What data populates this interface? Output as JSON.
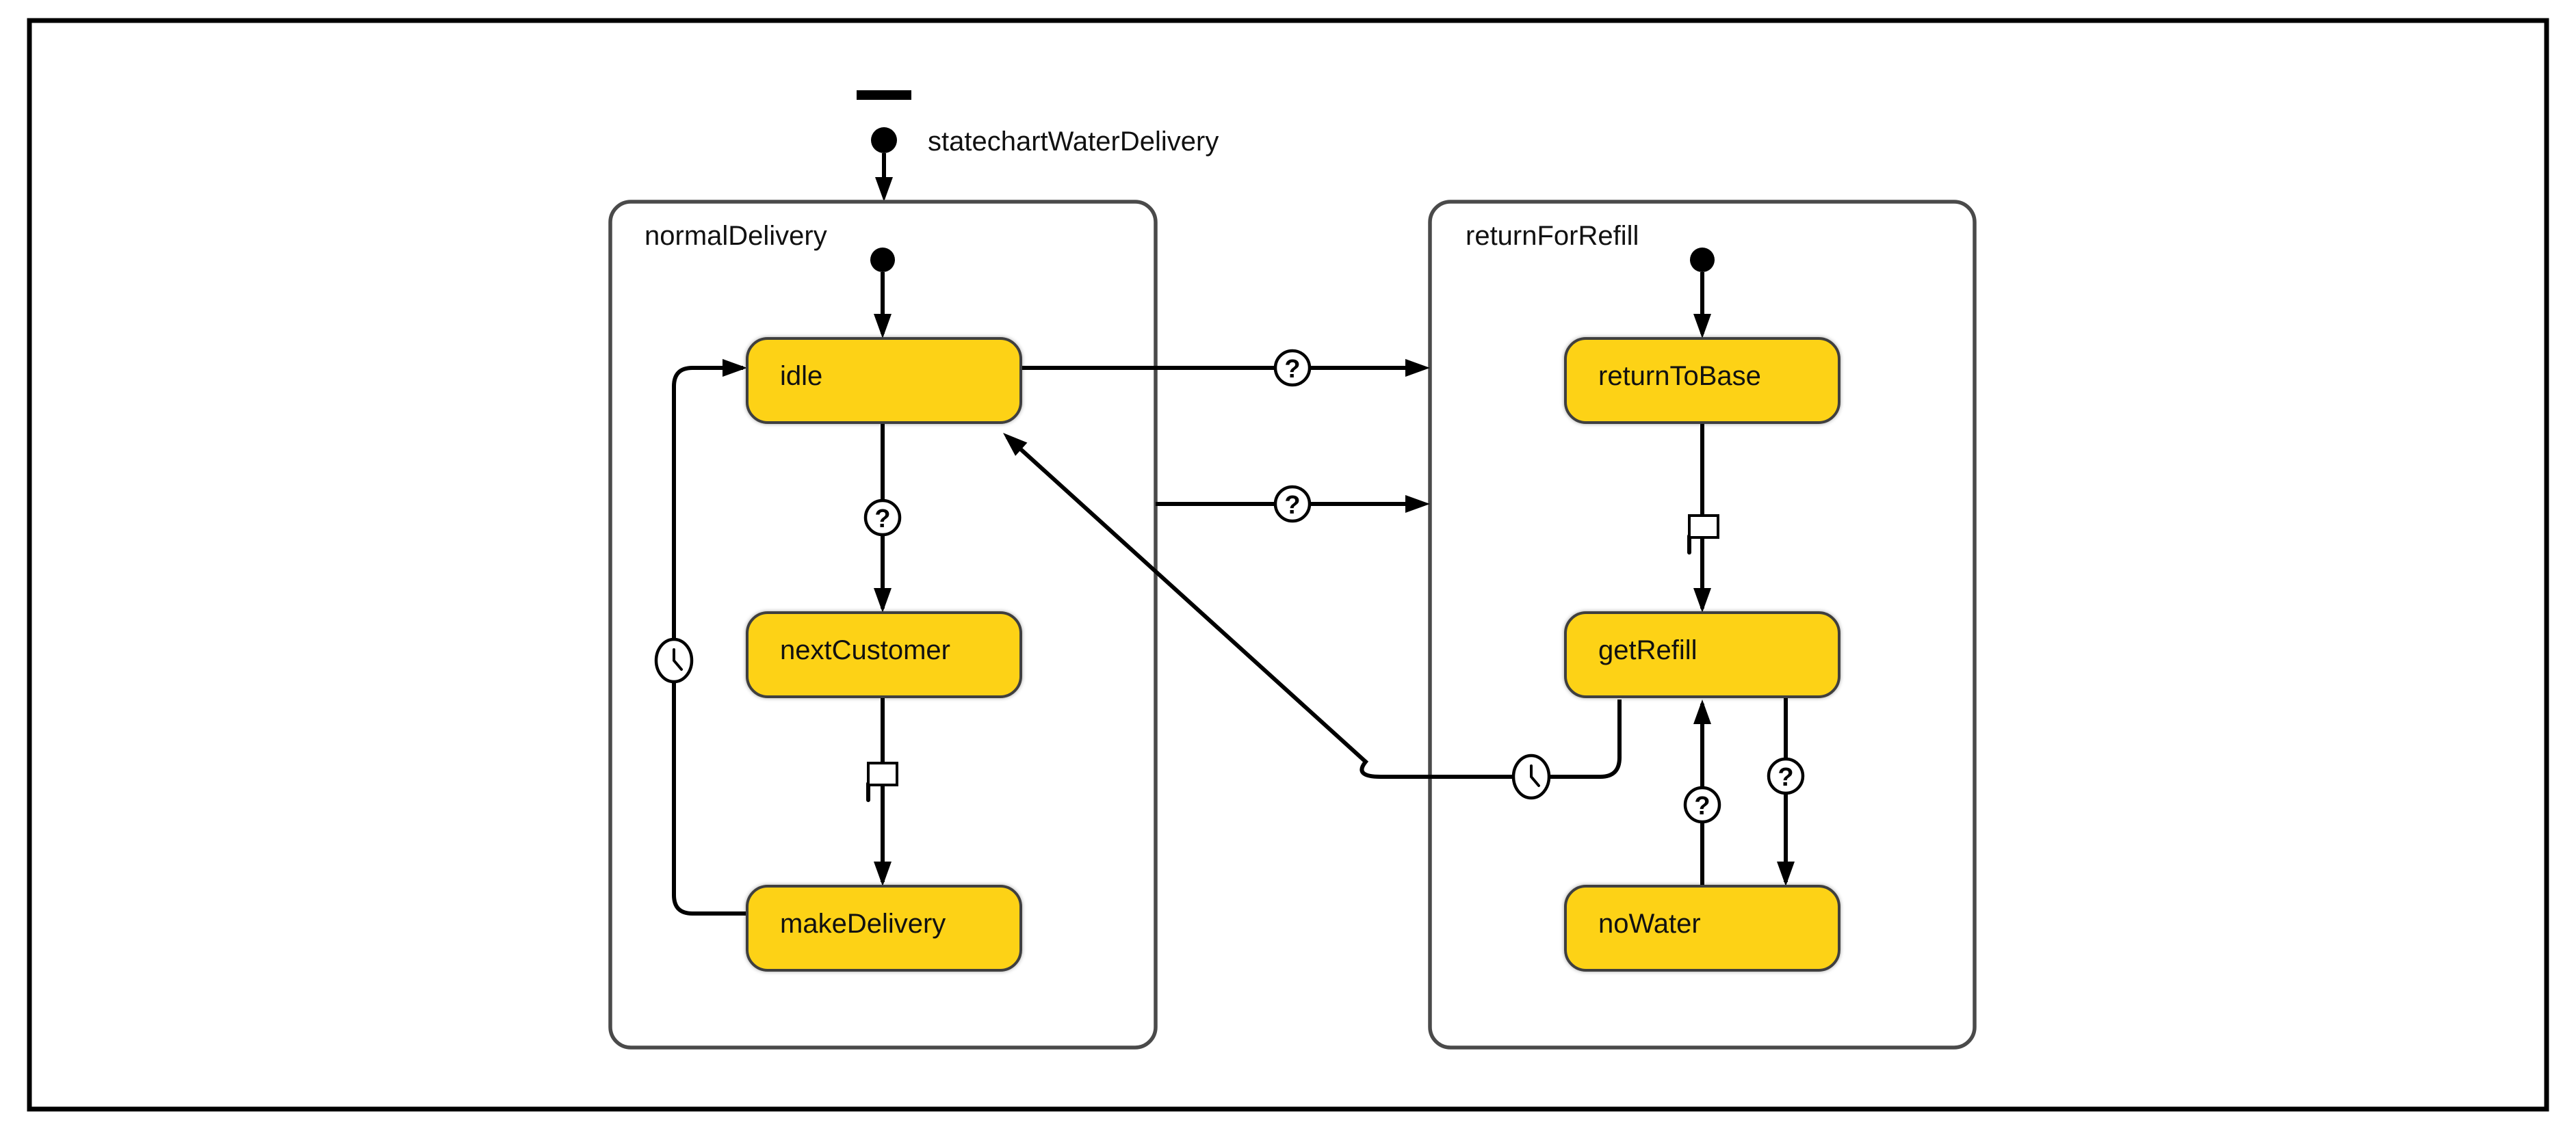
{
  "diagram": {
    "title": "statechartWaterDelivery",
    "regions": [
      {
        "id": "normalDelivery",
        "label": "normalDelivery",
        "states": [
          {
            "id": "idle",
            "label": "idle"
          },
          {
            "id": "nextCustomer",
            "label": "nextCustomer"
          },
          {
            "id": "makeDelivery",
            "label": "makeDelivery"
          }
        ]
      },
      {
        "id": "returnForRefill",
        "label": "returnForRefill",
        "states": [
          {
            "id": "returnToBase",
            "label": "returnToBase"
          },
          {
            "id": "getRefill",
            "label": "getRefill"
          },
          {
            "id": "noWater",
            "label": "noWater"
          }
        ]
      }
    ],
    "transitions": [
      {
        "from": "initial",
        "to": "normalDelivery",
        "icon": "none"
      },
      {
        "from": "normalDelivery.initial",
        "to": "idle",
        "icon": "none"
      },
      {
        "from": "idle",
        "to": "nextCustomer",
        "icon": "question-badge"
      },
      {
        "from": "nextCustomer",
        "to": "makeDelivery",
        "icon": "checkered-flag"
      },
      {
        "from": "makeDelivery",
        "to": "idle",
        "icon": "clock"
      },
      {
        "from": "idle",
        "to": "returnForRefill",
        "icon": "question-badge"
      },
      {
        "from": "normalDelivery",
        "to": "returnForRefill",
        "icon": "question-badge"
      },
      {
        "from": "returnForRefill.initial",
        "to": "returnToBase",
        "icon": "none"
      },
      {
        "from": "returnToBase",
        "to": "getRefill",
        "icon": "checkered-flag"
      },
      {
        "from": "getRefill",
        "to": "noWater",
        "icon": "question-badge"
      },
      {
        "from": "noWater",
        "to": "getRefill",
        "icon": "question-badge"
      },
      {
        "from": "getRefill",
        "to": "idle",
        "icon": "clock"
      }
    ]
  },
  "icons": {
    "question_glyph": "?"
  },
  "colors": {
    "canvas": "#FFFFFF",
    "frame": "#000000",
    "region-border": "#4A4A4A",
    "state-fill": "#FDD216",
    "state-border": "#3F3F3F",
    "edge": "#000000"
  }
}
